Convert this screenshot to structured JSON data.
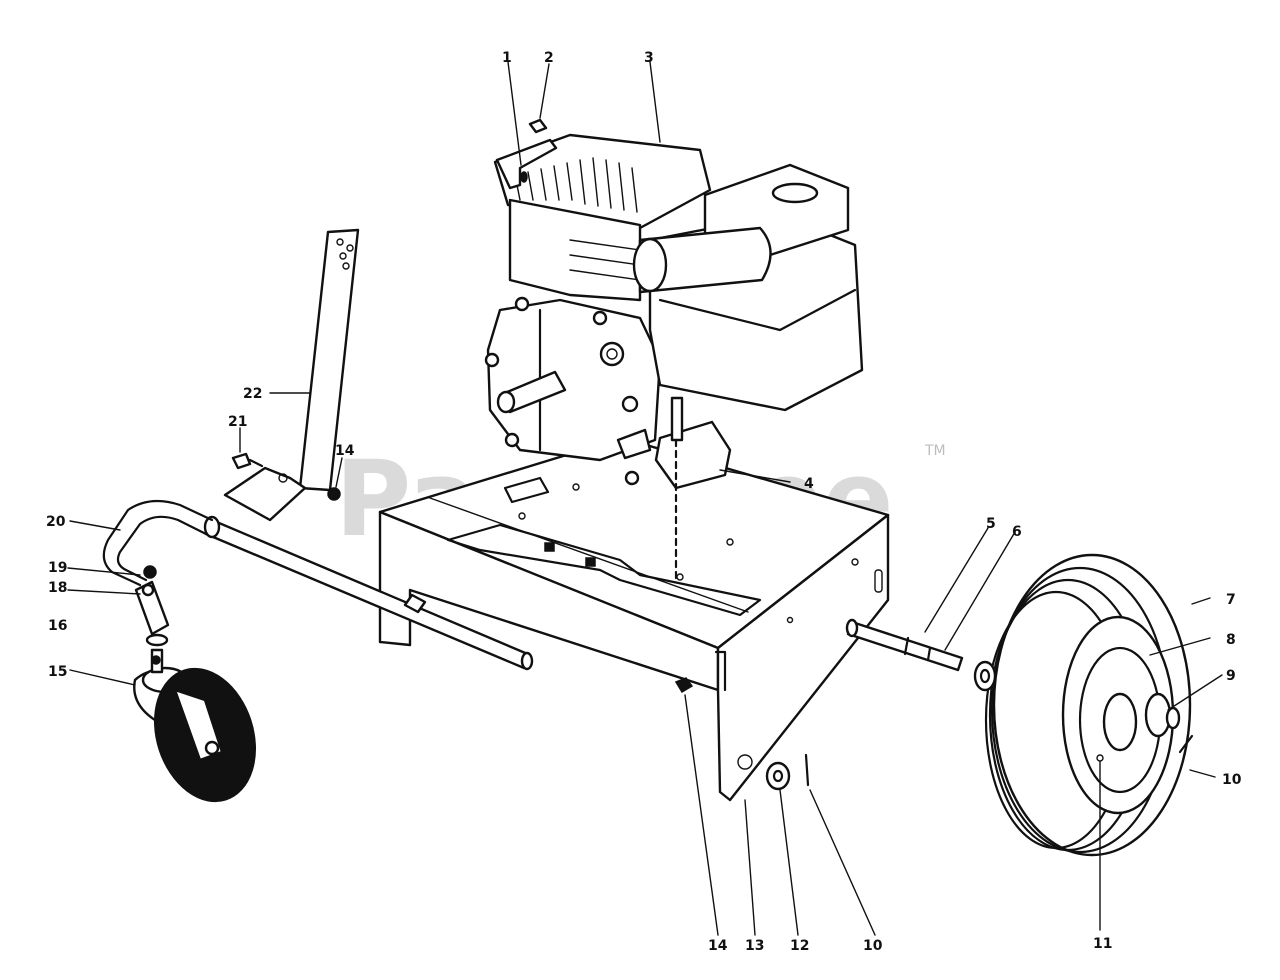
{
  "watermark": {
    "text": "PartsTree",
    "tm": "TM"
  },
  "callouts": [
    {
      "id": "1",
      "text": "1"
    },
    {
      "id": "2",
      "text": "2"
    },
    {
      "id": "3",
      "text": "3"
    },
    {
      "id": "4",
      "text": "4"
    },
    {
      "id": "5",
      "text": "5"
    },
    {
      "id": "6",
      "text": "6"
    },
    {
      "id": "7",
      "text": "7"
    },
    {
      "id": "8",
      "text": "8"
    },
    {
      "id": "9",
      "text": "9"
    },
    {
      "id": "10a",
      "text": "10"
    },
    {
      "id": "10b",
      "text": "10"
    },
    {
      "id": "11",
      "text": "11"
    },
    {
      "id": "12",
      "text": "12"
    },
    {
      "id": "13",
      "text": "13"
    },
    {
      "id": "14a",
      "text": "14"
    },
    {
      "id": "14b",
      "text": "14"
    },
    {
      "id": "15",
      "text": "15"
    },
    {
      "id": "16",
      "text": "16"
    },
    {
      "id": "18",
      "text": "18"
    },
    {
      "id": "19",
      "text": "19"
    },
    {
      "id": "20",
      "text": "20"
    },
    {
      "id": "21",
      "text": "21"
    },
    {
      "id": "22",
      "text": "22"
    }
  ]
}
